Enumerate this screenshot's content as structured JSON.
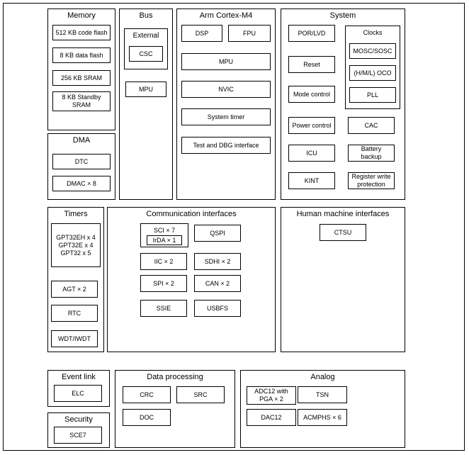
{
  "memory": {
    "title": "Memory",
    "items": [
      "512 KB code flash",
      "8 KB data flash",
      "256 KB SRAM",
      "8 KB Standby SRAM"
    ]
  },
  "bus": {
    "title": "Bus",
    "external_title": "External",
    "csc": "CSC",
    "mpu": "MPU"
  },
  "arm": {
    "title": "Arm Cortex-M4",
    "dsp": "DSP",
    "fpu": "FPU",
    "mpu": "MPU",
    "nvic": "NVIC",
    "systimer": "System timer",
    "testdbg": "Test and DBG interface"
  },
  "system": {
    "title": "System",
    "por": "POR/LVD",
    "reset": "Reset",
    "mode": "Mode control",
    "power": "Power control",
    "icu": "ICU",
    "kint": "KINT",
    "clocks_title": "Clocks",
    "mosc": "MOSC/SOSC",
    "oco": "(H/M/L) OCO",
    "pll": "PLL",
    "cac": "CAC",
    "battery": "Battery backup",
    "regwrite": "Register write protection"
  },
  "dma": {
    "title": "DMA",
    "dtc": "DTC",
    "dmac": "DMAC × 8"
  },
  "timers": {
    "title": "Timers",
    "gpt": "GPT32EH x 4 GPT32E x 4 GPT32 x 5",
    "agt": "AGT × 2",
    "rtc": "RTC",
    "wdt": "WDT/IWDT"
  },
  "comm": {
    "title": "Communication interfaces",
    "sci": "SCI × 7",
    "irda": "IrDA × 1",
    "qspi": "QSPI",
    "iic": "IIC × 2",
    "sdhi": "SDHI × 2",
    "spi": "SPI × 2",
    "can": "CAN × 2",
    "ssie": "SSIE",
    "usbfs": "USBFS"
  },
  "hmi": {
    "title": "Human machine interfaces",
    "ctsu": "CTSU"
  },
  "eventlink": {
    "title": "Event link",
    "elc": "ELC"
  },
  "security": {
    "title": "Security",
    "sce": "SCE7"
  },
  "dataproc": {
    "title": "Data processing",
    "crc": "CRC",
    "src": "SRC",
    "doc": "DOC"
  },
  "analog": {
    "title": "Analog",
    "adc": "ADC12 with PGA × 2",
    "tsn": "TSN",
    "dac": "DAC12",
    "acmphs": "ACMPHS × 6"
  }
}
